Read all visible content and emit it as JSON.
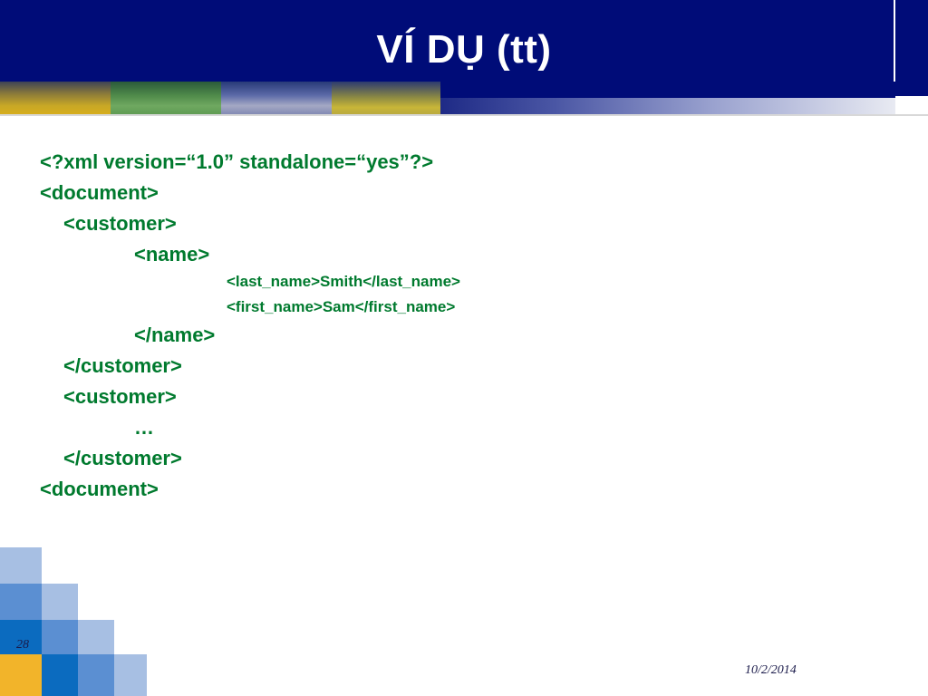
{
  "slide": {
    "title": "VÍ DỤ (tt)",
    "page_number": "28",
    "date": "10/2/2014"
  },
  "code_lines": [
    "<?xml version=“1.0” standalone=“yes”?>",
    "<document>",
    "<customer>",
    "<name>",
    "<last_name>Smith</last_name>",
    "<first_name>Sam</first_name>",
    "</name>",
    "</customer>",
    "<customer>",
    "…",
    "</customer>",
    "<document>"
  ],
  "colors": {
    "title_bar": "#000c78",
    "title_text": "#ffffff",
    "code_text": "#007a2e",
    "square_pale": "#a7bfe3",
    "square_mid": "#5b8fd2",
    "square_deep": "#0b6bbf",
    "square_gold": "#f2b42a"
  }
}
